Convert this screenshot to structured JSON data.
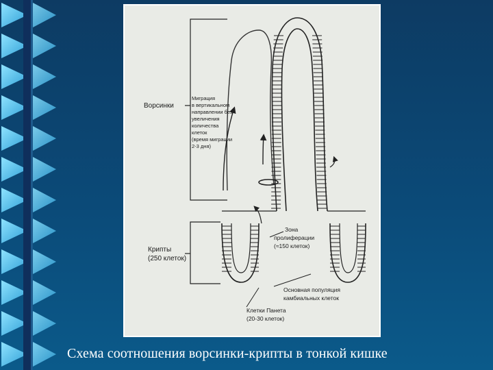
{
  "slide": {
    "caption": "Схема соотношения ворсинки-крипты в тонкой кишке",
    "colors": {
      "background": "#0b4a78",
      "accent": "#53c7f0",
      "bar": "#0f2f5c"
    }
  },
  "figure": {
    "label_villi": "Ворсинки",
    "migration": {
      "line1": "Миграция",
      "line2": "в вертикальном",
      "line3": "направлении без",
      "line4": "увеличения",
      "line5": "количества",
      "line6": "клеток",
      "line7": "(время миграции",
      "line8": "2-3 дня)"
    },
    "crypts": {
      "line1": "Крипты",
      "line2": "(250 клеток)"
    },
    "proliferation": {
      "line1": "Зона",
      "line2": "пролиферации",
      "line3": "(≈150 клеток)"
    },
    "cambial": {
      "line1": "Основная популяция",
      "line2": "камбиальных клеток"
    },
    "paneth": {
      "line1": "Клетки Панета",
      "line2": "(20-30 клеток)"
    }
  }
}
